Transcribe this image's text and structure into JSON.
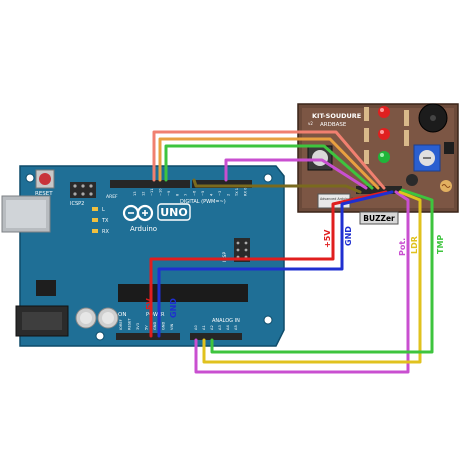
{
  "board": {
    "name": "UNO",
    "brand": "Arduino",
    "reset_label": "RESET",
    "icsp2_label": "ICSP2",
    "icsp_label": "ICSP",
    "digital_label": "DIGITAL (PWM=~)",
    "analog_label": "ANALOG IN",
    "power_label": "POWER",
    "on_label": "ON",
    "l_label": "L",
    "tx_label": "TX",
    "rx_label": "RX",
    "aref_label": "AREF",
    "gnd_label": "GND",
    "top_pin_labels": [
      "13",
      "12",
      "~11",
      "~10",
      "~9",
      "8",
      "7",
      "~6",
      "~5",
      "4",
      "~3",
      "2",
      "TX 1",
      "RX 0"
    ],
    "power_pin_labels": [
      "IOREF",
      "RESET",
      "3V3",
      "5V",
      "GND",
      "GND",
      "VIN"
    ],
    "analog_pin_labels": [
      "A0",
      "A1",
      "A2",
      "A3",
      "A4",
      "A5"
    ],
    "rail_5v": "5V",
    "rail_gnd": "GND"
  },
  "kit": {
    "title": "KIT-SOUDURE",
    "subtitle": "ARDBASE",
    "version": "v2",
    "buzzer_label": "BUZZer",
    "logo_text": "Advanced Arduino Base",
    "pin_labels": [
      "+5V",
      "GND",
      "BUZZER",
      "Pot.",
      "LDR",
      "TMP"
    ]
  },
  "wire_labels": {
    "plus5v": "+5V",
    "gnd": "GND",
    "buzzer": "BUZZer",
    "pot": "Pot.",
    "ldr": "LDR",
    "tmp": "TMP"
  },
  "colors": {
    "board": "#1f6f96",
    "wire_5v": "#e01e1e",
    "wire_gnd": "#1f2fd0",
    "wire_buzzer": "#7a6a1e",
    "wire_pot": "#c94fd0",
    "wire_ldr": "#e0c21e",
    "wire_tmp": "#3ec43e",
    "wire_salmon": "#f08070",
    "wire_orange": "#e8a040",
    "kit_board": "#6b4a3a"
  }
}
